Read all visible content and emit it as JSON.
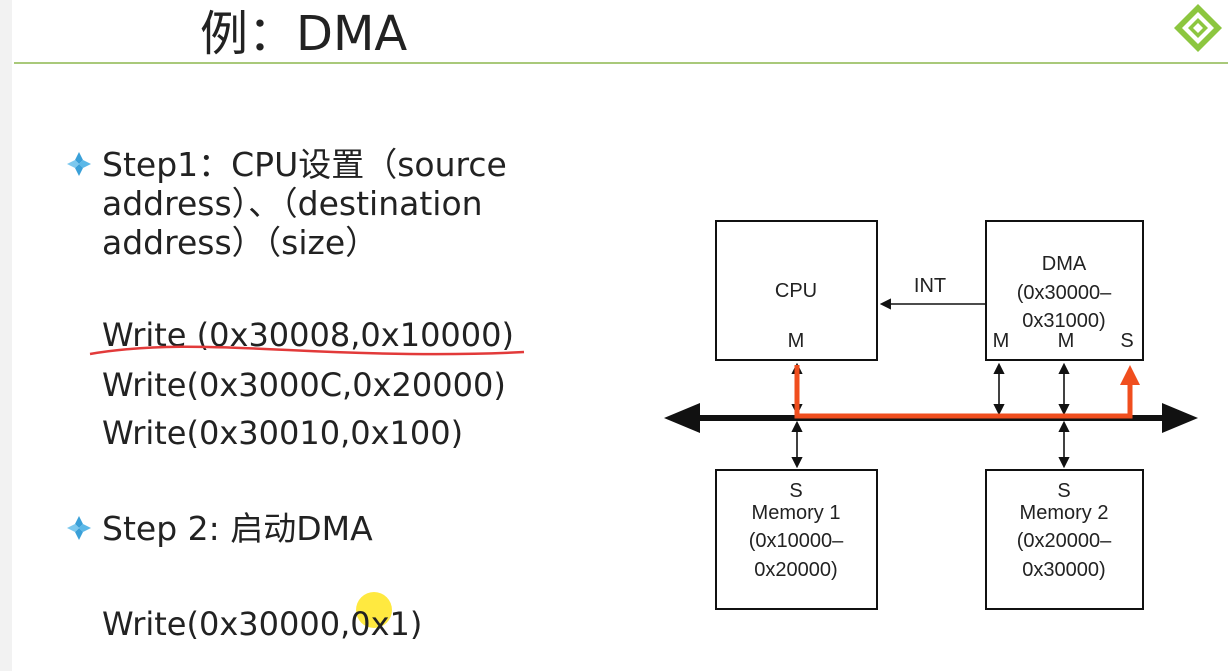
{
  "slide": {
    "title": "例：DMA",
    "bullets": [
      {
        "lines": [
          "Step1：CPU设置（source",
          "address）、（destination",
          "address）（size）"
        ]
      },
      {
        "lines": [
          "Step 2: 启动DMA"
        ]
      }
    ],
    "code_block_1": [
      "Write (0x30008,0x10000)",
      "Write(0x3000C,0x20000)",
      "Write(0x30010,0x100)"
    ],
    "code_block_2": [
      "Write(0x30000,0x1)"
    ]
  },
  "diagram": {
    "cpu": {
      "name": "CPU",
      "port": "M"
    },
    "dma": {
      "name": "DMA",
      "range_start": "(0x30000–",
      "range_end": "0x31000)",
      "ports": [
        "M",
        "M",
        "S"
      ]
    },
    "int_label": "INT",
    "memory1": {
      "port": "S",
      "name": "Memory 1",
      "range_start": "(0x10000–",
      "range_end": "0x20000)"
    },
    "memory2": {
      "port": "S",
      "name": "Memory 2",
      "range_start": "(0x20000–",
      "range_end": "0x30000)"
    }
  },
  "colors": {
    "accent_rule": "#a9c97a",
    "highlight_path": "#f04e1e",
    "underline": "#e23a3a",
    "bullet_diamond": "#3aa0d8"
  },
  "icons": [
    "logo-icon",
    "diamond-bullet-icon"
  ]
}
